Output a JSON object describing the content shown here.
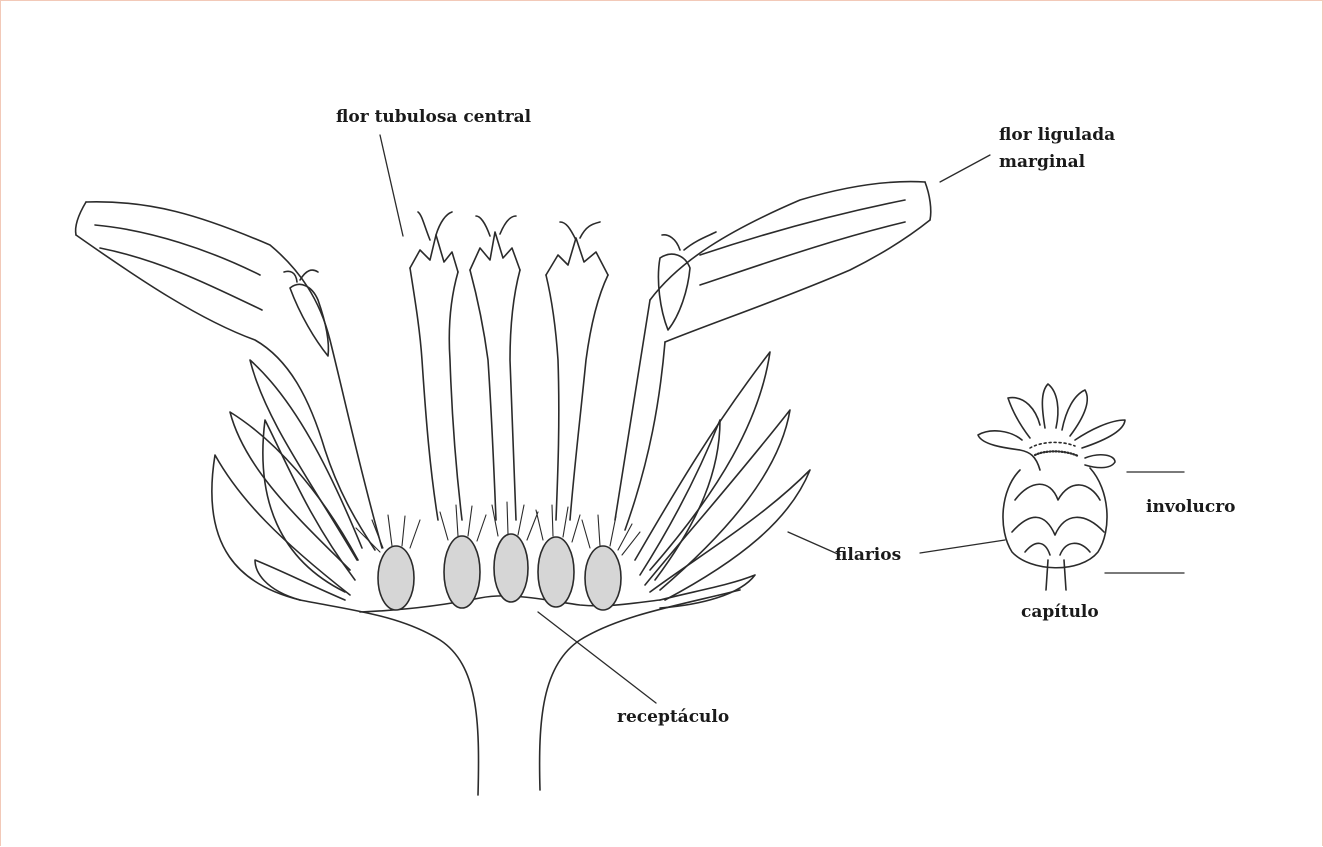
{
  "labels": {
    "flor_tubulosa": "flor tubulosa central",
    "flor_ligulada_1": "flor ligulada",
    "flor_ligulada_2": "marginal",
    "involucro": "involucro",
    "filarios": "filarios",
    "capitulo": "capítulo",
    "receptaculo": "receptáculo"
  },
  "colors": {
    "ink": "#2b2b2b",
    "shade": "#cfcfcf",
    "border": "#f2c9b8"
  }
}
